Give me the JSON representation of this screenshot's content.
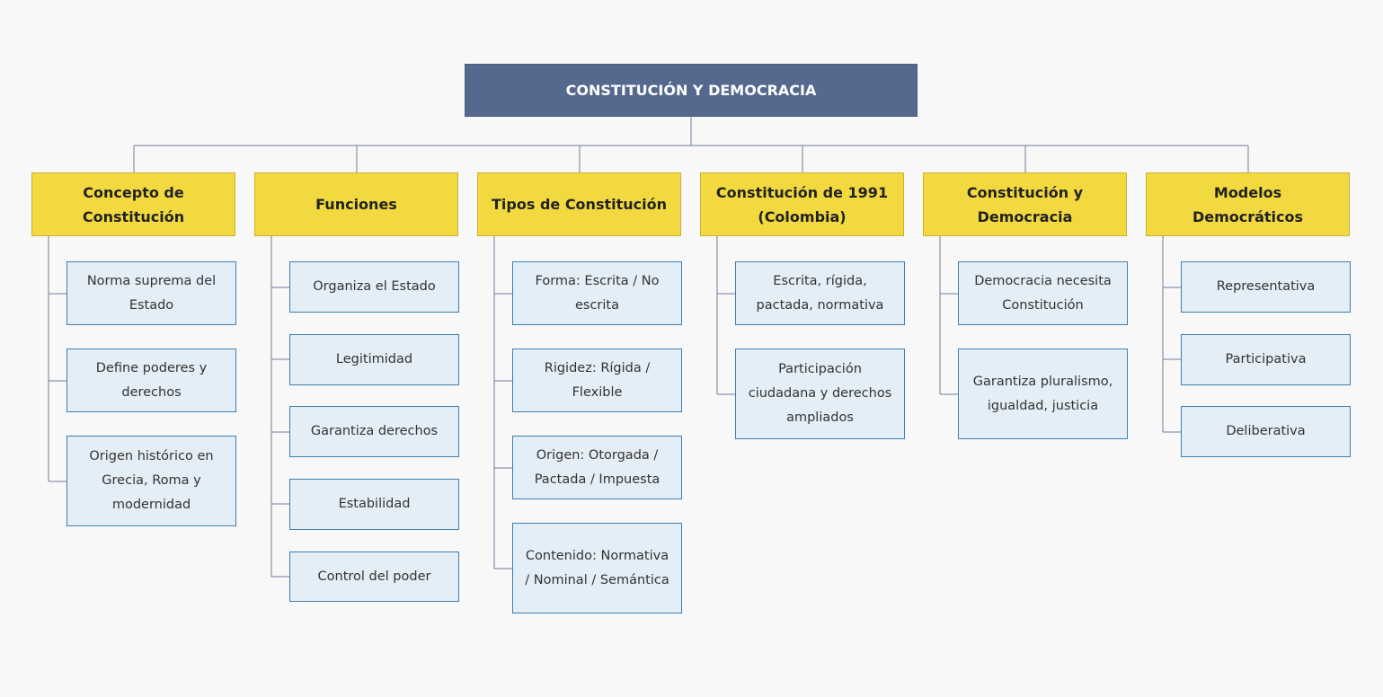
{
  "title": "CONSTITUCIÓN Y DEMOCRACIA",
  "categories": [
    {
      "label": "Concepto de Constitución",
      "items": [
        "Norma suprema del Estado",
        "Define poderes y derechos",
        "Origen histórico en Grecia, Roma y modernidad"
      ]
    },
    {
      "label": "Funciones",
      "items": [
        "Organiza el Estado",
        "Legitimidad",
        "Garantiza derechos",
        "Estabilidad",
        "Control del poder"
      ]
    },
    {
      "label": "Tipos de Constitución",
      "items": [
        "Forma: Escrita / No escrita",
        "Rigidez: Rígida / Flexible",
        "Origen: Otorgada / Pactada / Impuesta",
        "Contenido: Normativa / Nominal / Semántica"
      ]
    },
    {
      "label": "Constitución de 1991 (Colombia)",
      "items": [
        "Escrita, rígida, pactada, normativa",
        "Participación ciudadana y derechos ampliados"
      ]
    },
    {
      "label": "Constitución y Democracia",
      "items": [
        "Democracia necesita Constitución",
        "Garantiza pluralismo, igualdad, justicia"
      ]
    },
    {
      "label": "Modelos Democráticos",
      "items": [
        "Representativa",
        "Participativa",
        "Deliberativa"
      ]
    }
  ],
  "colors": {
    "root_fill": "#55698f",
    "category_fill": "#f2d93f",
    "item_fill": "#e4eef6",
    "item_border": "#3f7fb0",
    "connector": "#6f7d99"
  }
}
